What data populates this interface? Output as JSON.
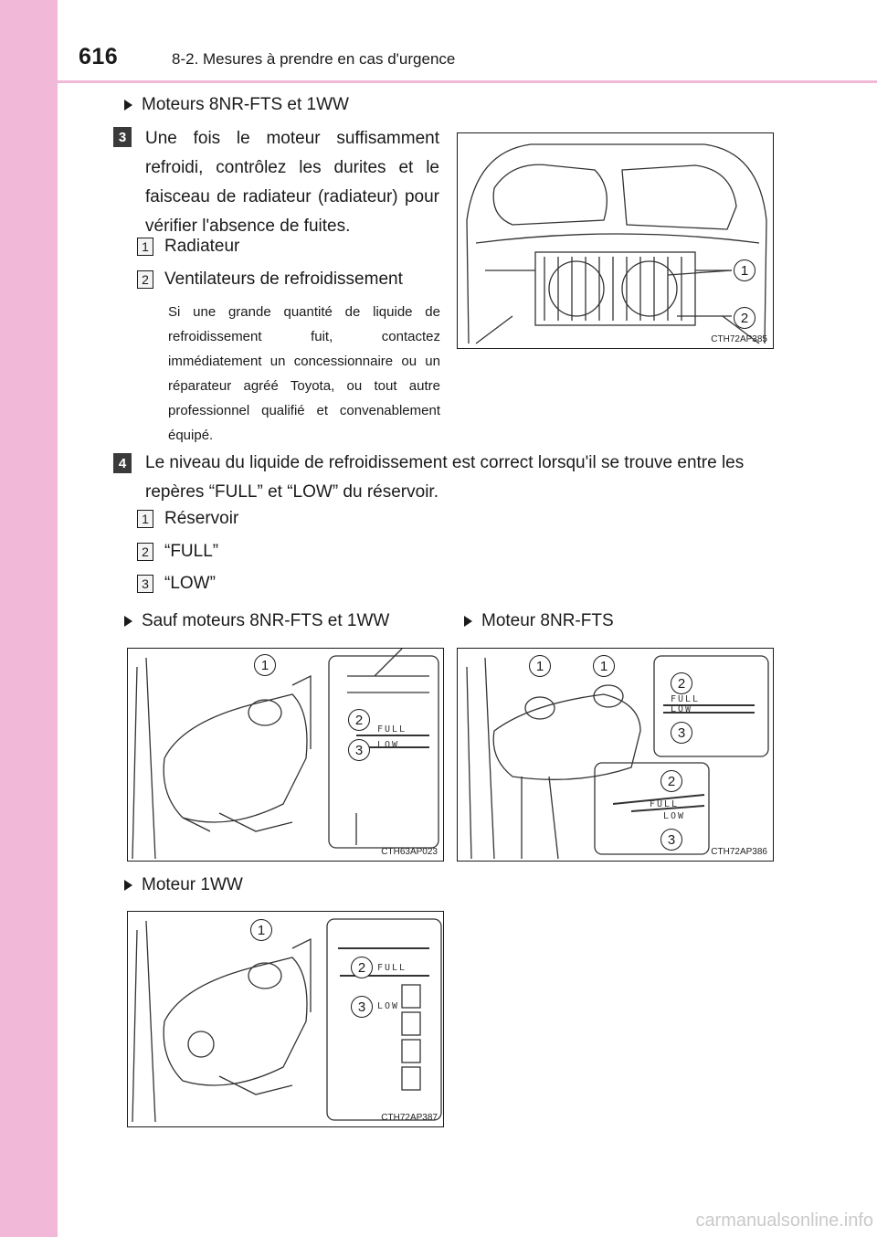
{
  "header": {
    "page_number": "616",
    "section": "8-2. Mesures à prendre en cas d'urgence"
  },
  "top_bullet": "Moteurs 8NR-FTS et 1WW",
  "step3": {
    "number": "3",
    "text": "Une fois le moteur suffisamment refroidi, contrôlez les durites et le faisceau de radiateur (radiateur) pour vérifier l'absence de fuites.",
    "items": [
      {
        "num": "1",
        "label": "Radiateur"
      },
      {
        "num": "2",
        "label": "Ventilateurs de refroidissement"
      }
    ],
    "note": "Si une grande quantité de liquide de refroidissement fuit, contactez immédiatement un concessionnaire ou un réparateur agréé Toyota, ou tout autre professionnel qualifié et convenablement équipé.",
    "figure_code": "CTH72AP385",
    "callouts": [
      "1",
      "2"
    ]
  },
  "step4": {
    "number": "4",
    "text": "Le niveau du liquide de refroidissement est correct lorsqu'il se trouve entre les repères “FULL” et “LOW” du réservoir.",
    "items": [
      {
        "num": "1",
        "label": "Réservoir"
      },
      {
        "num": "2",
        "label": "“FULL”"
      },
      {
        "num": "3",
        "label": "“LOW”"
      }
    ]
  },
  "figures": {
    "sauf": {
      "caption": "Sauf moteurs 8NR-FTS et 1WW",
      "code": "CTH63AP023",
      "callouts": [
        "1",
        "2",
        "3"
      ],
      "full": "FULL",
      "low": "LOW"
    },
    "nr": {
      "caption": "Moteur 8NR-FTS",
      "code": "CTH72AP386",
      "callouts": [
        "1",
        "1",
        "2",
        "3",
        "2",
        "3"
      ],
      "full": "FULL",
      "low": "LOW"
    },
    "ww": {
      "caption": "Moteur 1WW",
      "code": "CTH72AP387",
      "callouts": [
        "1",
        "2",
        "3"
      ],
      "full": "FULL",
      "low": "LOW"
    }
  },
  "footer": "carmanualsonline.info"
}
